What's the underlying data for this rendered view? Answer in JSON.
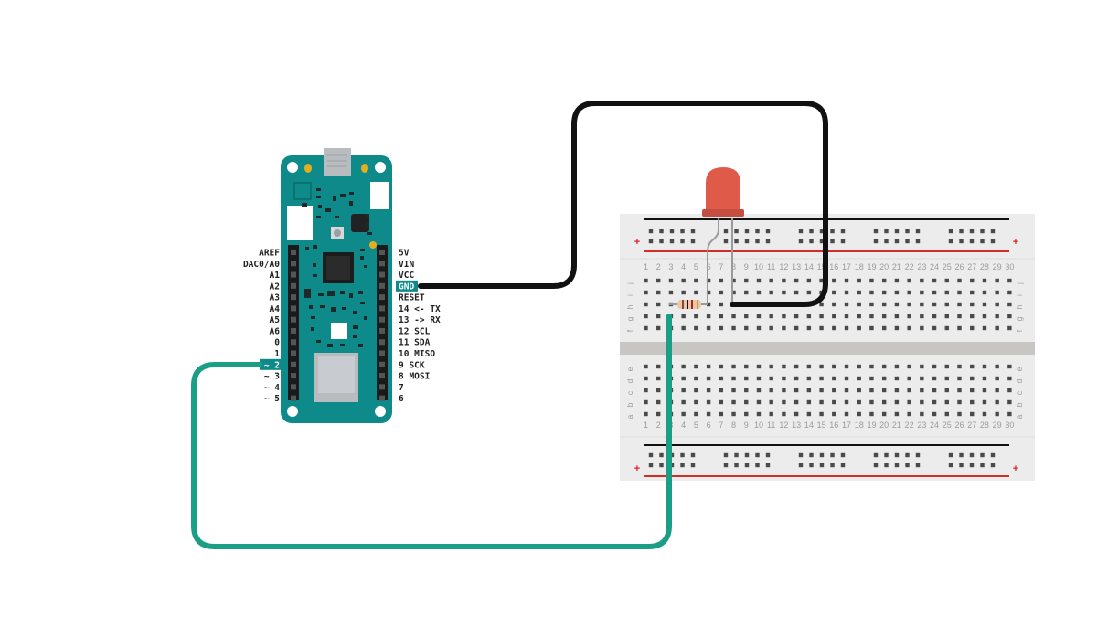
{
  "board": {
    "left_pins": [
      "AREF",
      "DAC0/A0",
      "A1",
      "A2",
      "A3",
      "A4",
      "A5",
      "A6",
      "0",
      "1",
      "~ 2",
      "~ 3",
      "~ 4",
      "~ 5"
    ],
    "right_pins": [
      "5V",
      "VIN",
      "VCC",
      "GND",
      "RESET",
      "14 <- TX",
      "13 -> RX",
      "12 SCL",
      "11 SDA",
      "10 MISO",
      "9 SCK",
      "8 MOSI",
      "7",
      "6"
    ],
    "highlight_left": "~ 2",
    "highlight_right": "GND",
    "board_color": "#0f8a8a",
    "highlight_color": "#0f8a8a"
  },
  "breadboard": {
    "columns": [
      "1",
      "2",
      "3",
      "4",
      "5",
      "6",
      "7",
      "8",
      "9",
      "10",
      "11",
      "12",
      "13",
      "14",
      "15",
      "16",
      "17",
      "18",
      "19",
      "20",
      "21",
      "22",
      "23",
      "24",
      "25",
      "26",
      "27",
      "28",
      "29",
      "30"
    ],
    "rows_top": [
      "j",
      "i",
      "h",
      "g",
      "f"
    ],
    "rows_bottom": [
      "e",
      "d",
      "c",
      "b",
      "a"
    ],
    "plus_sign": "+",
    "rail_red": "#d42a2a",
    "rail_black": "#111111"
  },
  "components": {
    "led_color": "#e05a4a",
    "resistor_color": "#e8c8a8"
  },
  "wires": {
    "gnd_color": "#111111",
    "signal_color": "#1a9e86"
  }
}
